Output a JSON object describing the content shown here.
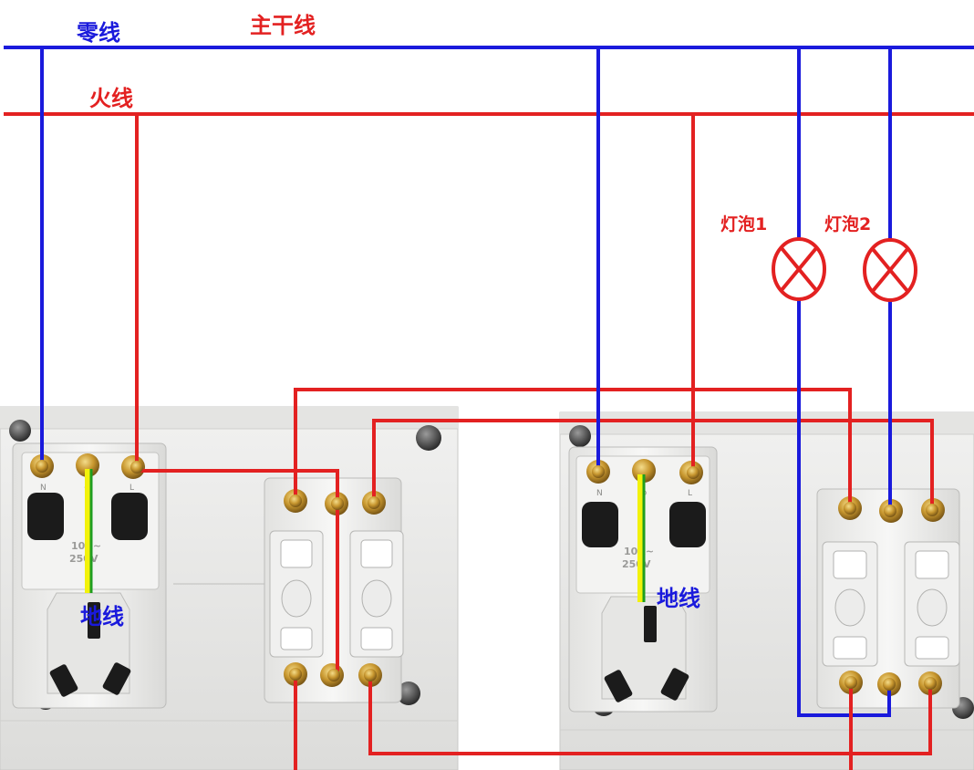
{
  "labels": {
    "neutral": "零线",
    "trunk": "主干线",
    "live": "火线",
    "bulb1": "灯泡1",
    "bulb2": "灯泡2",
    "ground_left": "地线",
    "ground_right": "地线"
  },
  "terminal_marks": {
    "n": "N",
    "e": "⊕",
    "l": "L"
  },
  "socket_rating": {
    "amps": "10A~",
    "volts": "250V"
  },
  "colors": {
    "neutral_wire": "#1a1adc",
    "live_wire": "#e32121",
    "ground_wire_green": "#1f9e1f",
    "ground_wire_yellow": "#f2f20a",
    "label_red": "#e32121",
    "label_blue": "#1a1adc",
    "panel": "#ebebea",
    "screw": "#c49a3b"
  }
}
